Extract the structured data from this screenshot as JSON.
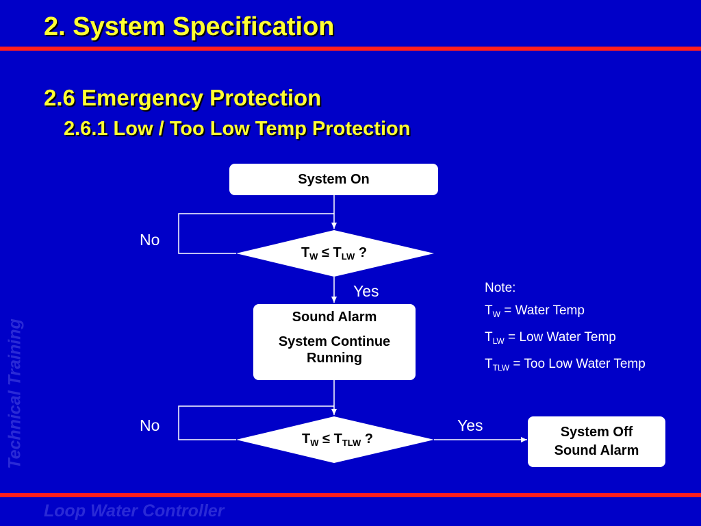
{
  "header": {
    "title": "2. System Specification",
    "section": "2.6 Emergency Protection",
    "subsection": "2.6.1 Low / Too Low Temp Protection"
  },
  "watermark": {
    "side": "Technical Training",
    "footer": "Loop Water Controller"
  },
  "flow": {
    "start": "System On",
    "decision1": {
      "var": "T",
      "var_sub": "W",
      "op": " ≤ ",
      "ref": "T",
      "ref_sub": "LW",
      "q": " ?"
    },
    "decision1_no": "No",
    "decision1_yes": "Yes",
    "alarm_line1": "Sound Alarm",
    "alarm_line2": "System Continue Running",
    "decision2": {
      "var": "T",
      "var_sub": "W",
      "op": " ≤ ",
      "ref": "T",
      "ref_sub": "TLW",
      "q": " ?"
    },
    "decision2_no": "No",
    "decision2_yes": "Yes",
    "end_line1": "System Off",
    "end_line2": "Sound Alarm"
  },
  "note": {
    "heading": "Note:",
    "items": [
      {
        "sym": "T",
        "sub": "W",
        "desc": " = Water Temp"
      },
      {
        "sym": "T",
        "sub": "LW",
        "desc": " = Low Water Temp"
      },
      {
        "sym": "T",
        "sub": "TLW",
        "desc": " = Too Low Water Temp"
      }
    ]
  },
  "colors": {
    "background": "#0000c8",
    "heading": "#ffff33",
    "rule": "#ff1e1e"
  }
}
